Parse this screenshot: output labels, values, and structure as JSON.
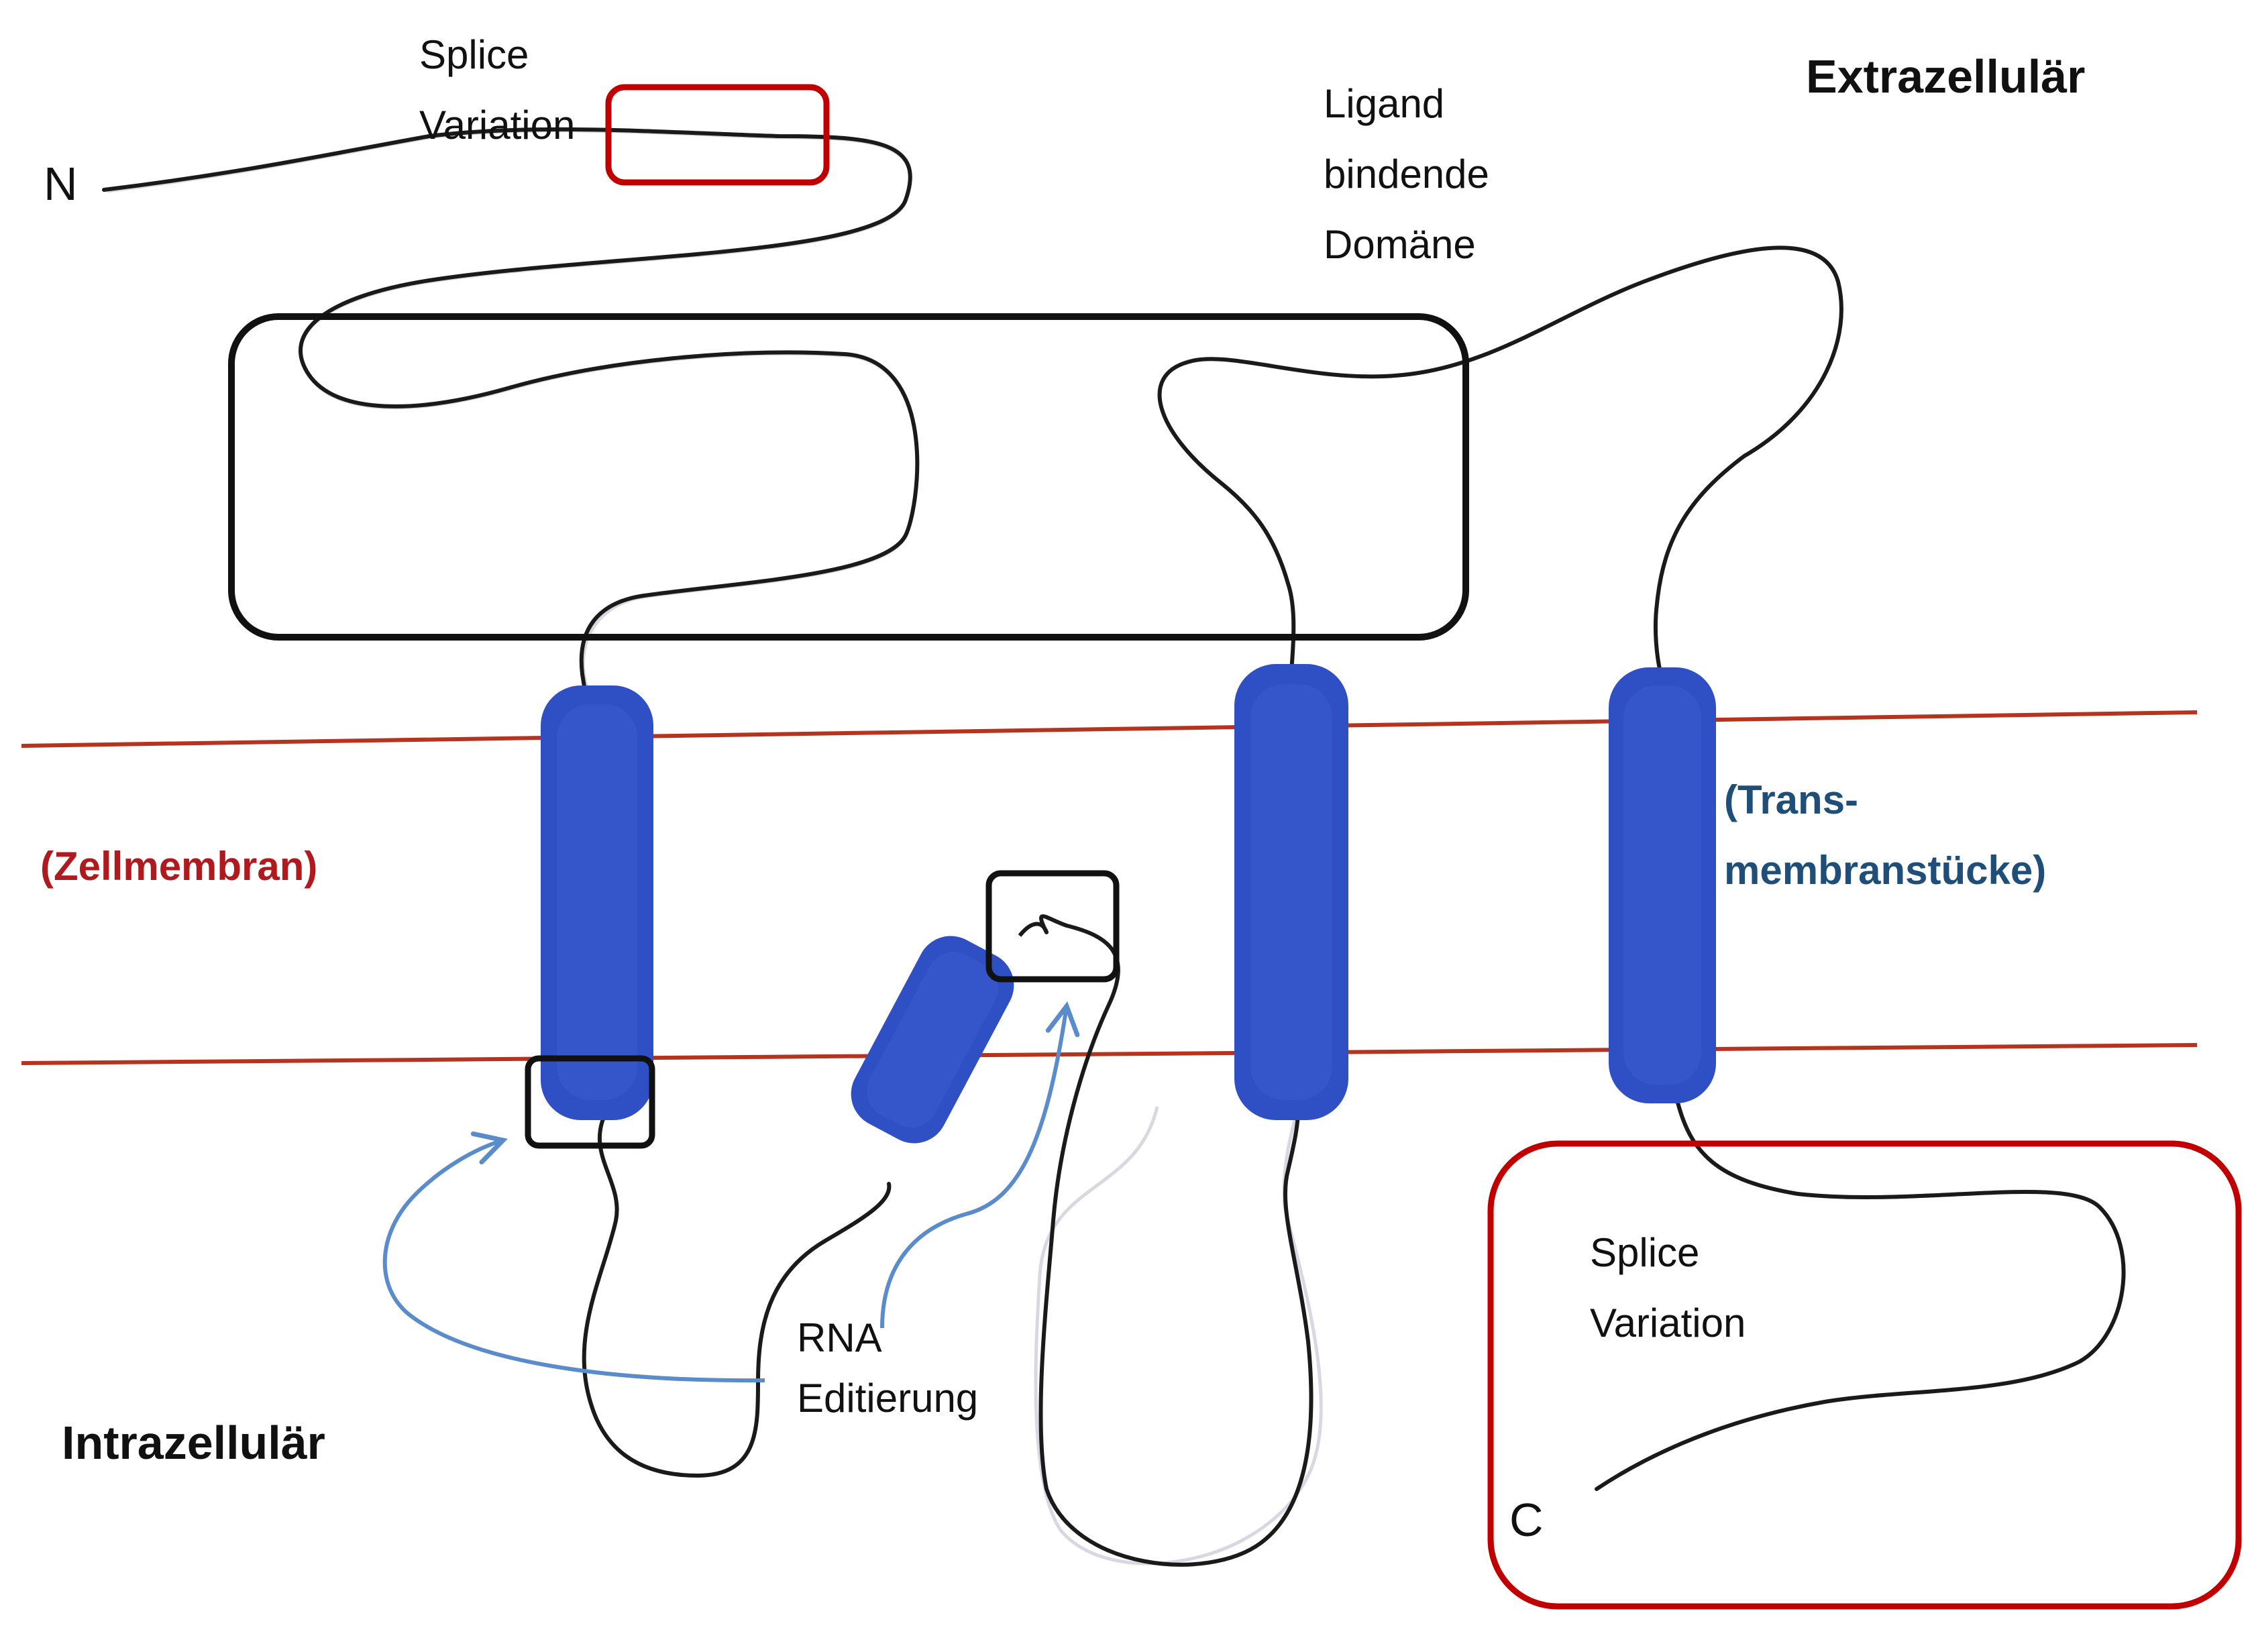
{
  "labels": {
    "n_terminus": "N",
    "c_terminus": "C",
    "splice_top_line1": "Splice",
    "splice_top_line2": "Variation",
    "ligand_line1": "Ligand",
    "ligand_line2": "bindende",
    "ligand_line3": "Domäne",
    "extracellular": "Extrazellulär",
    "intracellular": "Intrazellulär",
    "membrane": "(Zellmembran)",
    "transmembrane_line1": "(Trans-",
    "transmembrane_line2": "membranstücke)",
    "splice_bottom_line1": "Splice",
    "splice_bottom_line2": "Variation",
    "rna_line1": "RNA",
    "rna_line2": "Editierung"
  },
  "colors": {
    "membrane_line": "#b5341f",
    "helix": "#2f4fc4",
    "helix_dark": "#1f3aa6",
    "chain": "#1a1a1a",
    "black_box": "#111111",
    "red_box": "#c00000",
    "arrow": "#5a8ccc",
    "membrane_label": "#b0191e",
    "transmembrane_label": "#1f4e79"
  }
}
